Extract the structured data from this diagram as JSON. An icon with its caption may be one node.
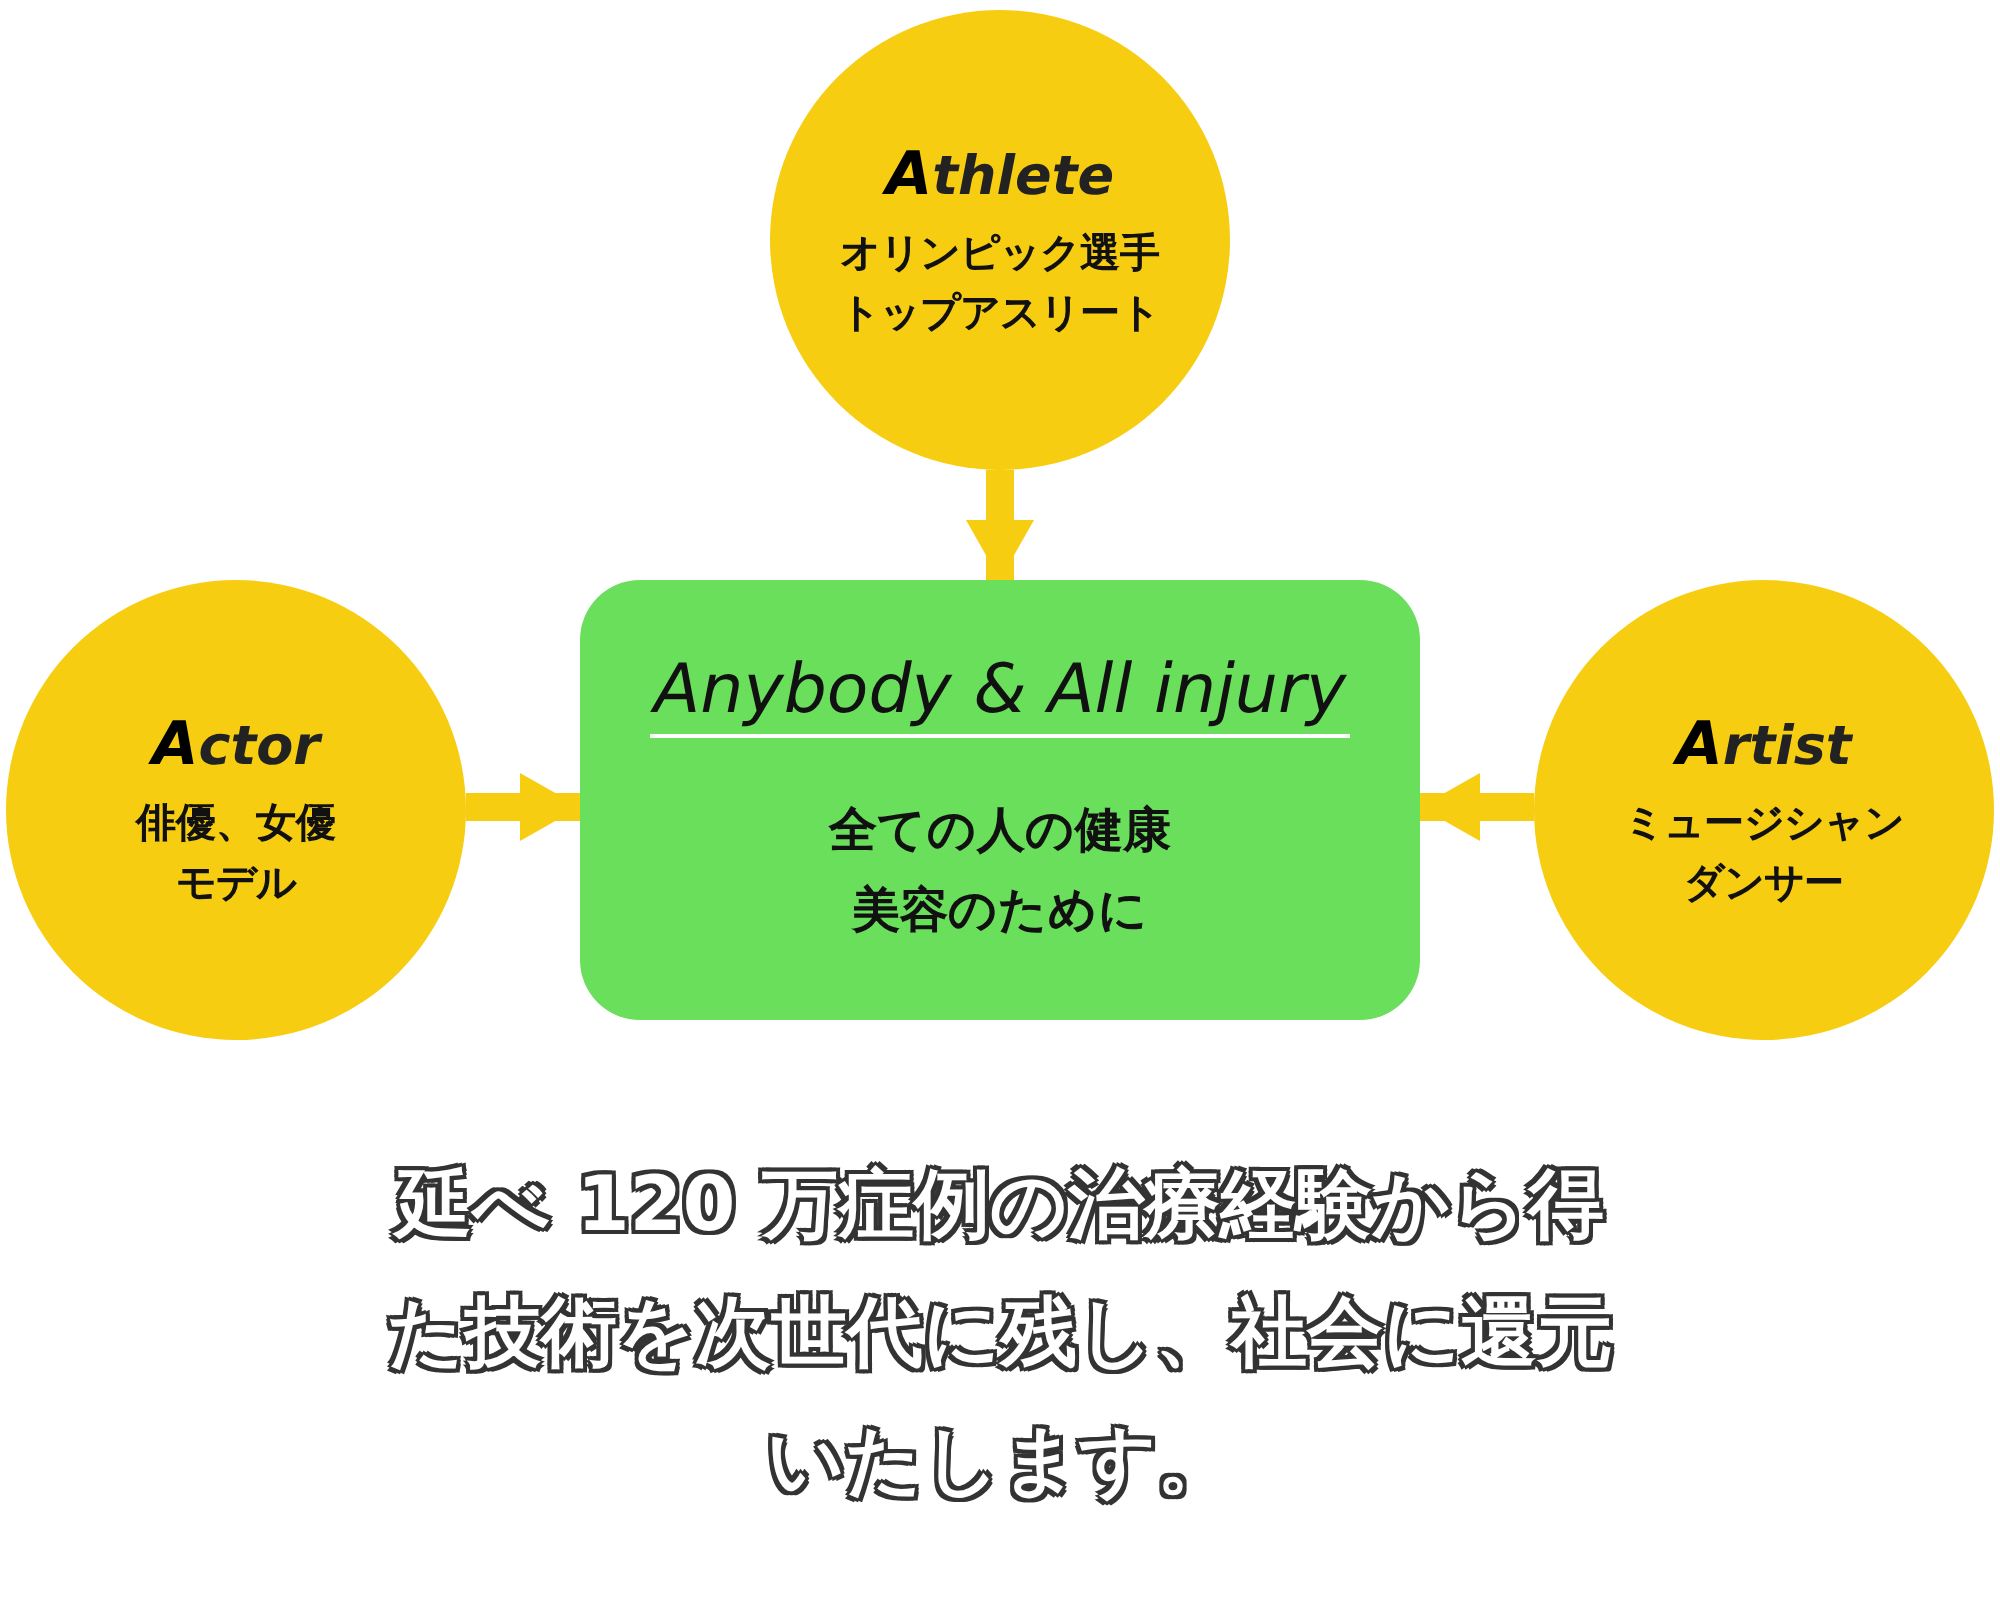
{
  "diagram": {
    "nodes": [
      {
        "text": [
          "**A**thlete",
          "オリンピック選手",
          "トップアスリート"
        ]
      },
      {
        "text": [
          "**A**ctor",
          "俳優、女優",
          "モデル"
        ]
      },
      {
        "text": [
          "Anybody & All injury",
          "全ての人の健康美容のために"
        ]
      },
      {
        "text": [
          "**A**rtist",
          "ミュージシャン",
          "ダンサー"
        ]
      }
    ],
    "edges": [
      {
        "from": 0,
        "to": 2,
        "arrow": "to"
      },
      {
        "from": 1,
        "to": 2,
        "arrow": "to"
      },
      {
        "from": 3,
        "to": 2,
        "arrow": "to"
      }
    ],
    "labels": [
      "延べ 120 万症例の治療経験から得た技術を次世代に残し、社会に還元いたします。"
    ]
  }
}
